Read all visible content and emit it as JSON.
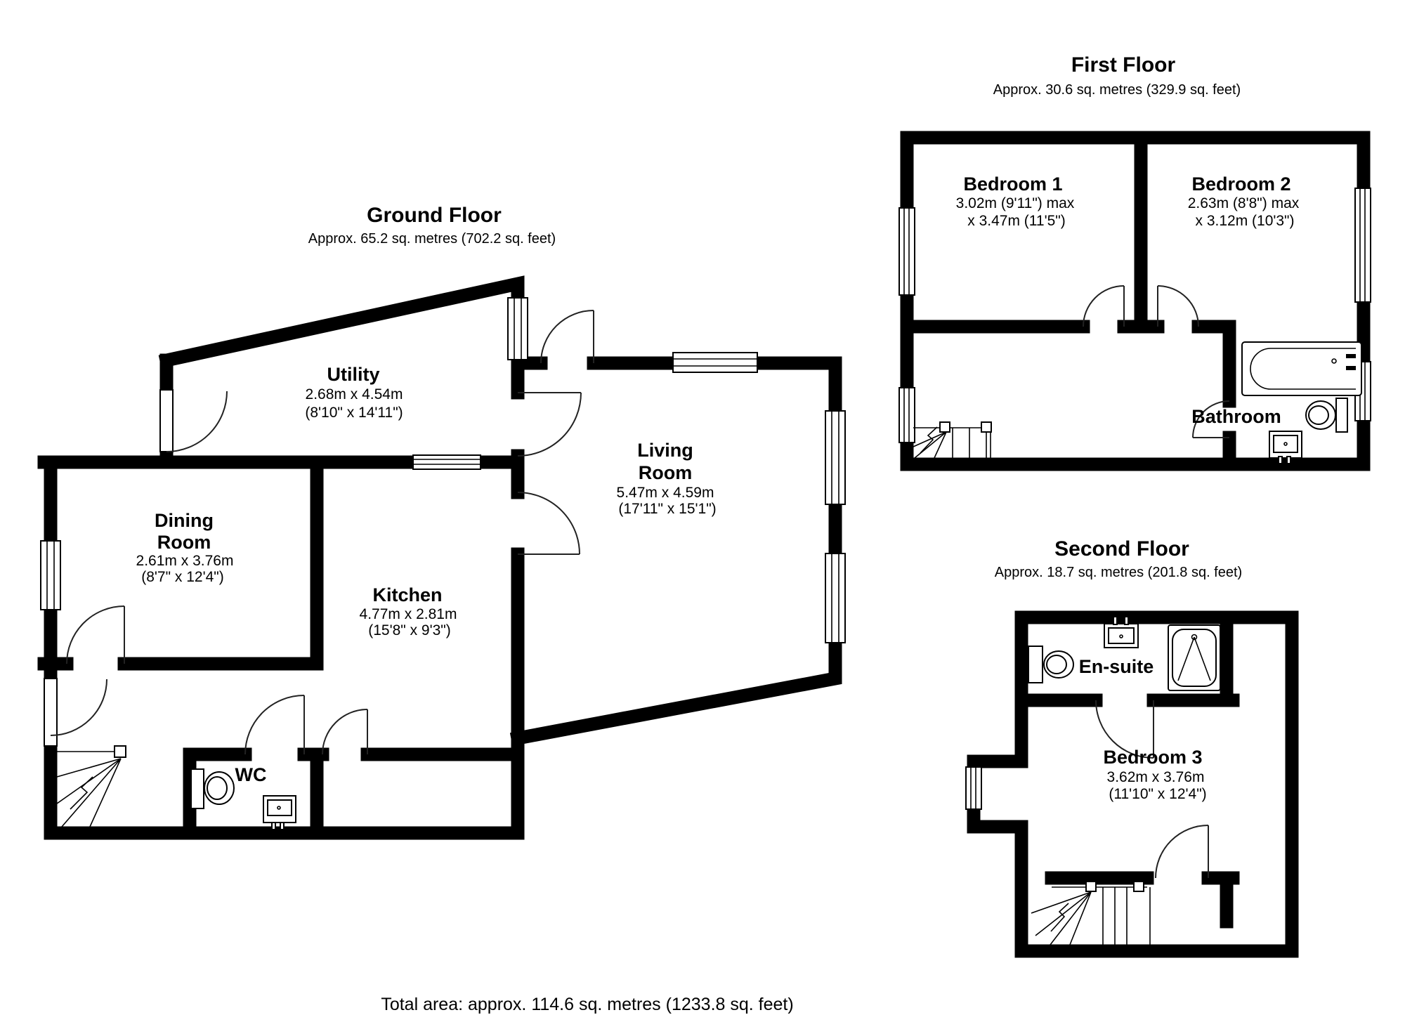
{
  "colors": {
    "wall": "#000000",
    "background": "#ffffff"
  },
  "ground": {
    "title": "Ground Floor",
    "subtitle": "Approx. 65.2 sq. metres (702.2 sq. feet)",
    "rooms": {
      "utility": {
        "name": "Utility",
        "dim_m": "2.68m x 4.54m",
        "dim_i": "(8'10\" x 14'11\")"
      },
      "living": {
        "name1": "Living",
        "name2": "Room",
        "dim_m": "5.47m x 4.59m",
        "dim_i": "(17'11\" x 15'1\")"
      },
      "dining": {
        "name1": "Dining",
        "name2": "Room",
        "dim_m": "2.61m x 3.76m",
        "dim_i": "(8'7\" x 12'4\")"
      },
      "kitchen": {
        "name": "Kitchen",
        "dim_m": "4.77m x 2.81m",
        "dim_i": "(15'8\" x 9'3\")"
      },
      "wc": {
        "name": "WC"
      }
    }
  },
  "first": {
    "title": "First Floor",
    "subtitle": "Approx. 30.6 sq. metres (329.9 sq. feet)",
    "rooms": {
      "bedroom1": {
        "name": "Bedroom 1",
        "dim_m": "3.02m (9'11\") max",
        "dim_i": "x 3.47m (11'5\")"
      },
      "bedroom2": {
        "name": "Bedroom 2",
        "dim_m": "2.63m (8'8\") max",
        "dim_i": "x 3.12m (10'3\")"
      },
      "bathroom": {
        "name": "Bathroom"
      }
    }
  },
  "second": {
    "title": "Second Floor",
    "subtitle": "Approx. 18.7 sq. metres (201.8 sq. feet)",
    "rooms": {
      "ensuite": {
        "name": "En-suite"
      },
      "bedroom3": {
        "name": "Bedroom 3",
        "dim_m": "3.62m x 3.76m",
        "dim_i": "(11'10\" x 12'4\")"
      }
    }
  },
  "footer": {
    "total_area": "Total area: approx. 114.6 sq. metres (1233.8 sq. feet)"
  }
}
